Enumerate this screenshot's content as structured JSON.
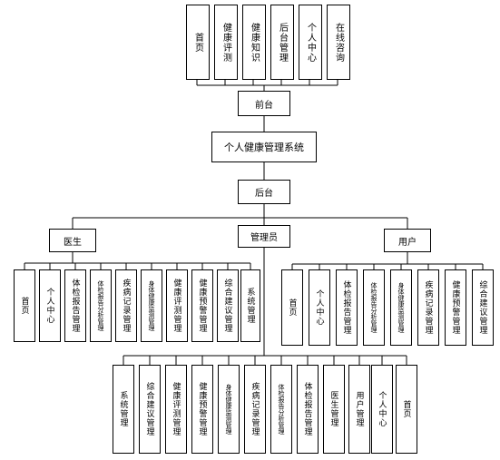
{
  "root": {
    "label": "个人健康管理系统"
  },
  "frontend": {
    "label": "前台",
    "modules": [
      "首页",
      "健康评测",
      "健康知识",
      "后台管理",
      "个人中心",
      "在线咨询"
    ]
  },
  "backend": {
    "label": "后台"
  },
  "doctor": {
    "label": "医生",
    "modules": [
      "首页",
      "个人中心",
      "体检报告管理",
      "体检报告分析管理",
      "疾病记录管理",
      "身体健康监测管理",
      "健康评测管理",
      "健康预警管理",
      "综合建议管理",
      "系统管理"
    ]
  },
  "admin": {
    "label": "管理员",
    "modules": [
      "系统管理",
      "综合建议管理",
      "健康评测管理",
      "健康预警管理",
      "身体健康监测管理",
      "疾病记录管理",
      "体检报告分析管理",
      "体检报告管理",
      "医生管理",
      "用户管理",
      "个人中心",
      "首页"
    ]
  },
  "user": {
    "label": "用户",
    "modules": [
      "首页",
      "个人中心",
      "体检报告管理",
      "体检报告分析管理",
      "身体健康监测管理",
      "疾病记录管理",
      "健康预警管理",
      "综合建议管理"
    ]
  }
}
